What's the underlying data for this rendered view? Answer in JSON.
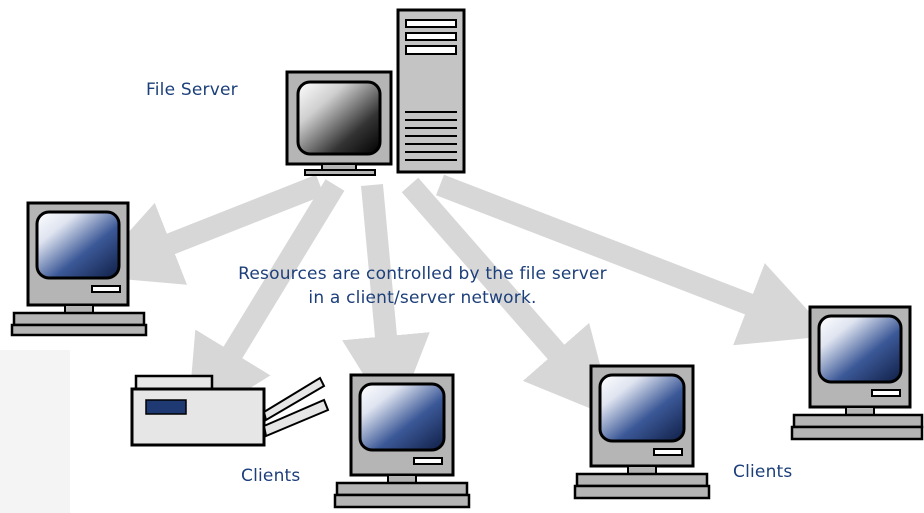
{
  "labels": {
    "file_server": "File Server",
    "caption_line1": "Resources are controlled by the file server",
    "caption_line2": "in a client/server network.",
    "clients_left": "Clients",
    "clients_right": "Clients"
  },
  "colors": {
    "label_text": "#1c3f7a",
    "arrow": "#d7d7d7",
    "device_body": "#b5b5b5",
    "outline": "#000000",
    "printer_panel": "#1f3a73"
  }
}
